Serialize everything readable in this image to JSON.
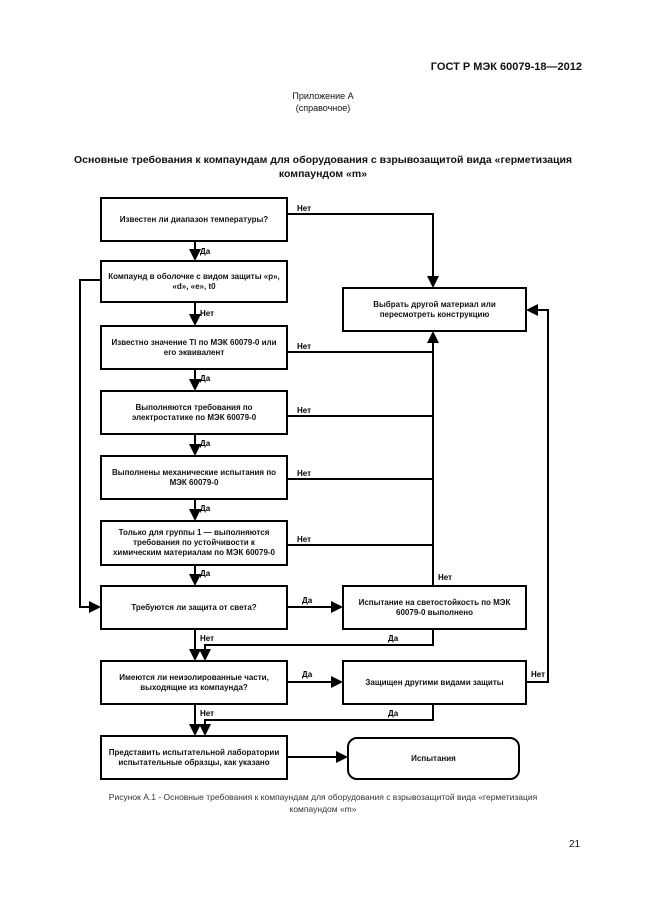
{
  "header": {
    "standard": "ГОСТ Р МЭК 60079-18—2012"
  },
  "annex": {
    "title": "Приложение А",
    "subtitle": "(справочное)"
  },
  "heading": {
    "line1": "Основные требования к компаундам для оборудования с взрывозащитой вида «герметизация",
    "line2": "компаундом «m»"
  },
  "flowchart": {
    "boxes": {
      "b1": "Известен ли диапазон температуры?",
      "b2": "Компаунд в оболочке с видом защиты «p», «d», «e», t0",
      "b3": "Известно значение TI по МЭК 60079-0 или его эквивалент",
      "b4": "Выполняются требования по электростатике по МЭК 60079-0",
      "b5": "Выполнены механические испытания по МЭК 60079-0",
      "b6": "Только для группы 1 — выполняются требования по устойчивости к химическим материалам по МЭК 60079-0",
      "b7": "Требуются ли защита от света?",
      "b8": "Имеются ли неизолированные части, выходящие из компаунда?",
      "b9": "Представить испытательной лаборатории испытательные образцы, как указано",
      "r1": "Выбрать другой материал или пересмотреть конструкцию",
      "r2": "Испытание на светостойкость по МЭК 60079-0 выполнено",
      "r3": "Защищен другими видами защиты",
      "r4": "Испытания"
    },
    "labels": {
      "yes": "Да",
      "no": "Нет"
    }
  },
  "caption": {
    "line1": "Рисунок А.1 - Основные требования к компаундам для оборудования с взрывозащитой вида «герметизация",
    "line2": "компаундом «m»"
  },
  "page_number": "21"
}
